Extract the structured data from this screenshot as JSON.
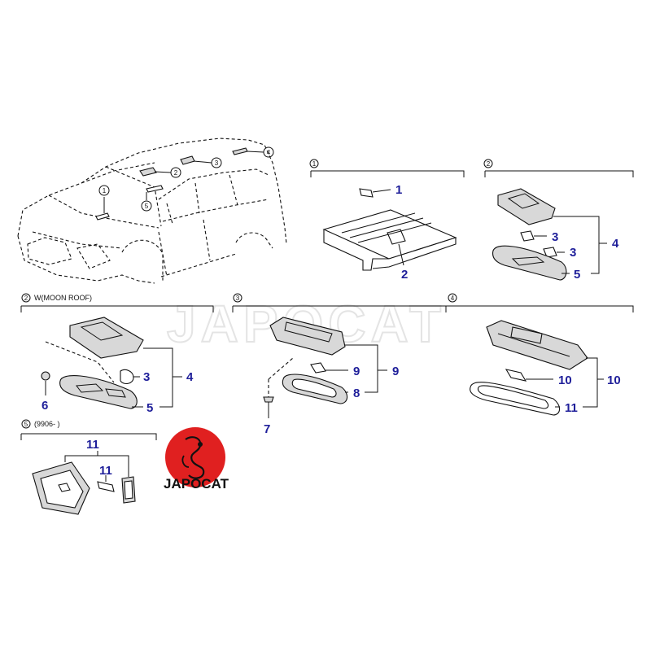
{
  "watermark": "JAPOCAT",
  "logo": {
    "text": "JAPOCAT",
    "color": "#e02020"
  },
  "label_color": "#1f1f9a",
  "sections": {
    "s1": {
      "marker": "1"
    },
    "s2": {
      "marker": "2"
    },
    "s2_moon": {
      "marker": "2",
      "title": "W(MOON ROOF)"
    },
    "s3": {
      "marker": "3"
    },
    "s4": {
      "marker": "4"
    },
    "s5": {
      "marker": "5",
      "title": "(9906-      )"
    }
  },
  "car_callouts": [
    "1",
    "2",
    "3",
    "4",
    "5"
  ],
  "part_labels": {
    "s1_bulb": "1",
    "s1_housing": "2",
    "s2_bulb_a": "3",
    "s2_bulb_b": "3",
    "s2_assy": "4",
    "s2_lens": "5",
    "s2m_bulb": "3",
    "s2m_assy": "4",
    "s2m_lens": "5",
    "s2m_clip": "6",
    "s3_bulb": "9",
    "s3_assy": "9",
    "s3_lens": "8",
    "s3_screw": "7",
    "s4_bulb": "10",
    "s4_assy": "10",
    "s4_lens": "11",
    "s5_assy": "11",
    "s5_bulb": "11"
  }
}
